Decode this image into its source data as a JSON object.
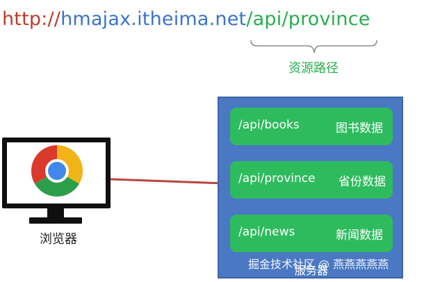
{
  "url": {
    "protocol": "http://",
    "host": "hmajax.itheima.net",
    "path": "/api/province"
  },
  "labels": {
    "resource_path": "资源路径",
    "browser": "浏览器",
    "server": "服务器"
  },
  "routes": [
    {
      "path": "/api/books",
      "name": "图书数据"
    },
    {
      "path": "/api/province",
      "name": "省份数据"
    },
    {
      "path": "/api/news",
      "name": "新闻数据"
    }
  ],
  "watermark": "掘金技术社区 @ 燕燕燕燕燕",
  "icons": {
    "browser_logo": "chrome-icon",
    "monitor": "monitor-icon"
  },
  "colors": {
    "protocol": "#c0392b",
    "host": "#3b73c8",
    "path": "#27ae4f",
    "route_fill": "#2ebb5e",
    "server_fill": "#4a78c2",
    "arrow": "#b5473b"
  }
}
